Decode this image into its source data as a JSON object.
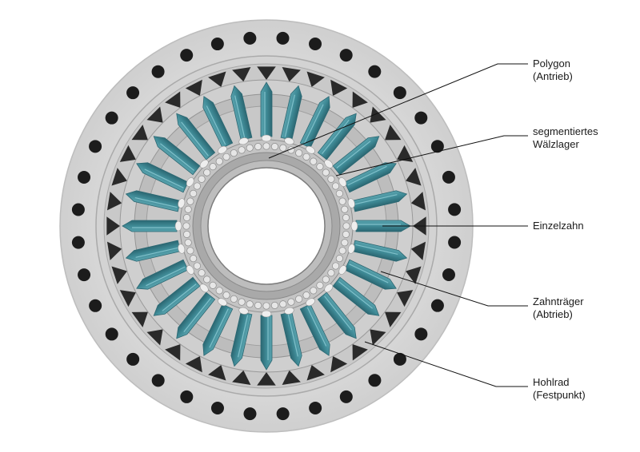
{
  "labels": [
    {
      "id": "polygon",
      "line1": "Polygon",
      "line2": "(Antrieb)"
    },
    {
      "id": "bearing",
      "line1": "segmentiertes",
      "line2": "Wälzlager"
    },
    {
      "id": "tooth",
      "line1": "Einzelzahn",
      "line2": ""
    },
    {
      "id": "carrier",
      "line1": "Zahnträger",
      "line2": "(Abtrieb)"
    },
    {
      "id": "ring",
      "line1": "Hohlrad",
      "line2": "(Festpunkt)"
    }
  ],
  "colors": {
    "flange": "#d9d9d9",
    "flange_edge": "#b8b8b8",
    "tooth_teal": "#3f8a96",
    "tooth_dark": "#2b6772",
    "ring_teeth": "#2a2a2a",
    "bore": "#ffffff",
    "leader": "#111111"
  },
  "counts": {
    "bolt_holes": 36,
    "single_teeth": 28,
    "ring_teeth": 40,
    "rollers": 60
  }
}
